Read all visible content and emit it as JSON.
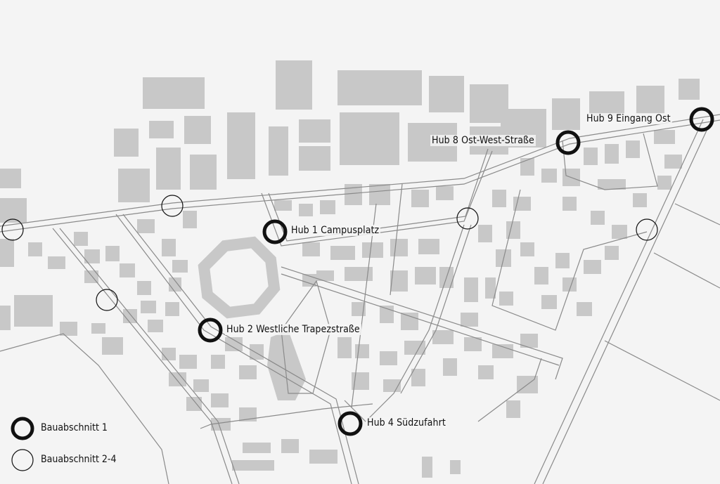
{
  "hubs": [
    {
      "name": "Hub 1 Campusplatz",
      "phase": "Bauabschnitt 1"
    },
    {
      "name": "Hub 2 Westliche Trapezstraße",
      "phase": "Bauabschnitt 1"
    },
    {
      "name": "Hub 4 Südzufahrt",
      "phase": "Bauabschnitt 1"
    },
    {
      "name": "Hub 8 Ost-West-Straße",
      "phase": "Bauabschnitt 1"
    },
    {
      "name": "Hub 9 Eingang Ost",
      "phase": "Bauabschnitt 1"
    }
  ],
  "legend": {
    "phase1": "Bauabschnitt 1",
    "phase2": "Bauabschnitt 2-4"
  },
  "colors": {
    "background": "#f4f4f4",
    "building": "#c8c8c8",
    "road": "#8a8a8a",
    "hub": "#111111"
  }
}
